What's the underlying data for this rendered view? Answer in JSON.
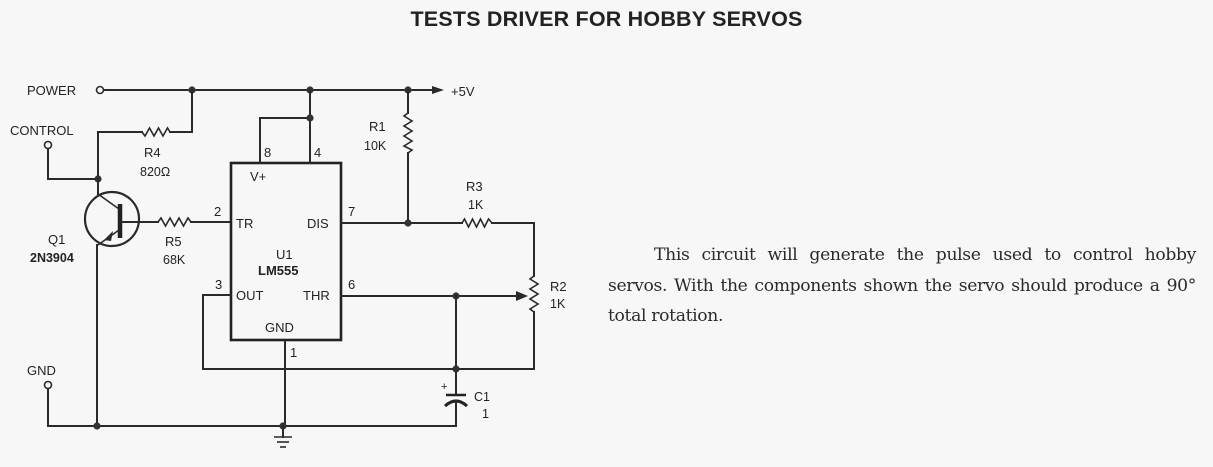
{
  "title": "TESTS DRIVER FOR HOBBY SERVOS",
  "description": "This circuit will generate the pulse used to control hobby servos. With the components shown the servo should produce a 90° total rotation.",
  "schematic": {
    "terminals": {
      "power": "POWER",
      "control": "CONTROL",
      "gnd": "GND",
      "supply": "+5V"
    },
    "components": {
      "r1": {
        "ref": "R1",
        "value": "10K"
      },
      "r2": {
        "ref": "R2",
        "value": "1K"
      },
      "r3": {
        "ref": "R3",
        "value": "1K"
      },
      "r4": {
        "ref": "R4",
        "value": "820Ω"
      },
      "r5": {
        "ref": "R5",
        "value": "68K"
      },
      "c1": {
        "ref": "C1",
        "value": "1",
        "polarity": "+"
      },
      "q1": {
        "ref": "Q1",
        "part": "2N3904"
      },
      "u1": {
        "ref": "U1",
        "part": "LM555"
      }
    },
    "ic_pins": {
      "vplus": {
        "number": "8",
        "name": "V+"
      },
      "reset": {
        "number": "4",
        "name": ""
      },
      "trigger": {
        "number": "2",
        "name": "TR"
      },
      "discharge": {
        "number": "7",
        "name": "DIS"
      },
      "output": {
        "number": "3",
        "name": "OUT"
      },
      "threshold": {
        "number": "6",
        "name": "THR"
      },
      "ground": {
        "number": "1",
        "name": "GND"
      }
    }
  }
}
